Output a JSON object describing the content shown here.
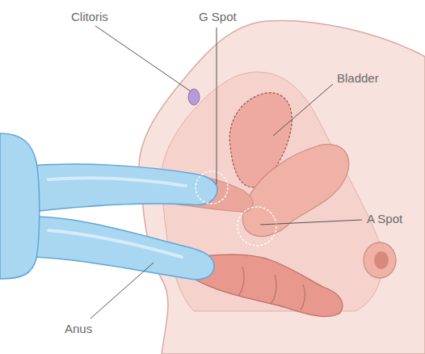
{
  "diagram": {
    "labels": [
      "Clitoris",
      "G Spot",
      "Bladder",
      "A Spot",
      "Anus"
    ]
  }
}
